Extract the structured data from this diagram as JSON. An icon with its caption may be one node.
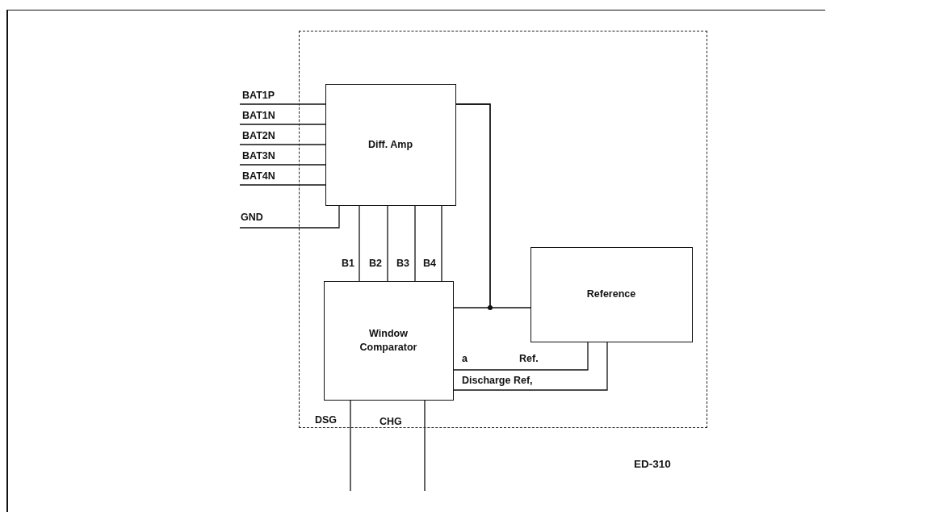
{
  "diagram": {
    "nodes": [
      {
        "text": [],
        "shape": "box"
      },
      {
        "text": [
          "Diff. Amp"
        ],
        "in": 0
      },
      {
        "text": [
          "Window Comparator"
        ],
        "in": 0
      },
      {
        "text": [
          "Reference"
        ],
        "in": 0
      }
    ],
    "edges": [
      {
        "from": null,
        "to": 1,
        "arrow": "none",
        "label": "BAT1P"
      },
      {
        "from": null,
        "to": 1,
        "arrow": "none",
        "label": "BAT1N"
      },
      {
        "from": null,
        "to": 1,
        "arrow": "none",
        "label": "BAT2N"
      },
      {
        "from": null,
        "to": 1,
        "arrow": "none",
        "label": "BAT3N"
      },
      {
        "from": null,
        "to": 1,
        "arrow": "none",
        "label": "BAT4N"
      },
      {
        "from": null,
        "to": 1,
        "arrow": "none",
        "label": "GND"
      },
      {
        "from": 1,
        "to": 2,
        "arrow": "none",
        "label": "B1"
      },
      {
        "from": 1,
        "to": 2,
        "arrow": "none",
        "label": "B2"
      },
      {
        "from": 1,
        "to": 2,
        "arrow": "none",
        "label": "B3"
      },
      {
        "from": 1,
        "to": 2,
        "arrow": "none",
        "label": "B4"
      },
      {
        "from": 1,
        "to": 2,
        "arrow": "none"
      },
      {
        "from": 1,
        "to": 3,
        "arrow": "none"
      },
      {
        "from": 3,
        "to": 2,
        "arrow": "none",
        "label": "Ref."
      },
      {
        "from": 3,
        "to": 2,
        "arrow": "none",
        "label": "Discharge Ref,"
      },
      {
        "from": 2,
        "to": null,
        "arrow": "none",
        "label": "DSG"
      },
      {
        "from": 2,
        "to": null,
        "arrow": "none",
        "label": "CHG"
      }
    ],
    "labels": [
      "a",
      "ED-310"
    ]
  }
}
